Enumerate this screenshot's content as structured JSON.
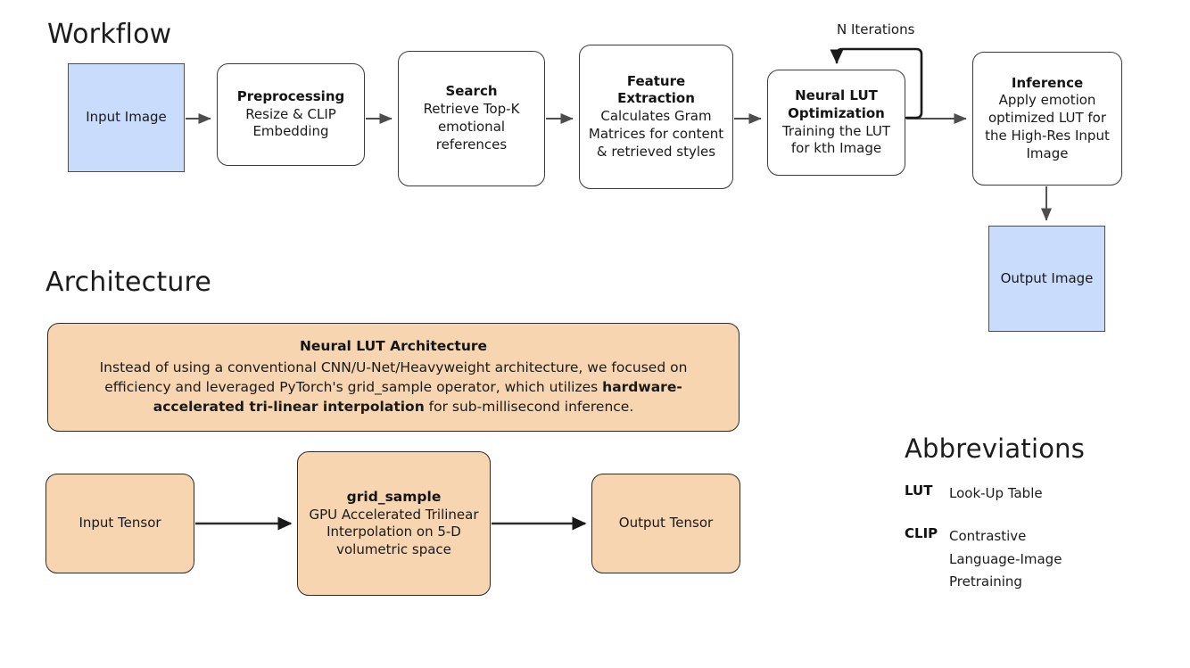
{
  "sections": {
    "workflow_title": "Workflow",
    "architecture_title": "Architecture",
    "abbreviations_title": "Abbreviations"
  },
  "colors": {
    "image_box_fill": "#cadcfc",
    "image_box_stroke": "#4d4d4d",
    "process_box_fill": "#ffffff",
    "process_box_stroke": "#3b3b3b",
    "architecture_box_fill": "#f6d5b0",
    "architecture_box_stroke": "#2b2b2b",
    "arrow_stroke": "#4d4d4d",
    "loop_arrow_stroke": "#1a1a1a",
    "text": "#1a1a1a",
    "page_background": "#ffffff"
  },
  "workflow": {
    "nodes": [
      {
        "id": "input-image",
        "title": "",
        "body": "Input Image",
        "shape": "square",
        "fill": "blue"
      },
      {
        "id": "preprocessing",
        "title": "Preprocessing",
        "body": "Resize & CLIP Embedding",
        "shape": "rounded",
        "fill": "white"
      },
      {
        "id": "search",
        "title": "Search",
        "body": "Retrieve Top-K emotional references",
        "shape": "rounded",
        "fill": "white"
      },
      {
        "id": "feature-extraction",
        "title": "Feature Extraction",
        "body": "Calculates Gram Matrices for content & retrieved styles",
        "shape": "rounded",
        "fill": "white"
      },
      {
        "id": "neural-lut-optimization",
        "title": "Neural LUT Optimization",
        "body": "Training the LUT for kth Image",
        "shape": "rounded",
        "fill": "white"
      },
      {
        "id": "inference",
        "title": "Inference",
        "body": "Apply emotion optimized LUT for the High-Res Input Image",
        "shape": "rounded",
        "fill": "white"
      },
      {
        "id": "output-image",
        "title": "",
        "body": "Output Image",
        "shape": "square",
        "fill": "blue"
      }
    ],
    "loop_label": "N Iterations"
  },
  "architecture": {
    "description_box": {
      "title": "Neural LUT Architecture",
      "text_part_1": "Instead of using a conventional CNN/U-Net/Heavyweight architecture, we focused on efficiency and leveraged PyTorch's grid_sample operator, which utilizes ",
      "text_bold": "hardware-accelerated tri-linear interpolation",
      "text_part_2": " for sub-millisecond inference."
    },
    "nodes": [
      {
        "id": "input-tensor",
        "title": "",
        "body": "Input Tensor"
      },
      {
        "id": "grid-sample",
        "title": "grid_sample",
        "body": "GPU Accelerated Trilinear Interpolation on 5-D volumetric space"
      },
      {
        "id": "output-tensor",
        "title": "",
        "body": "Output Tensor"
      }
    ]
  },
  "abbreviations": [
    {
      "term": "LUT",
      "definition": "Look-Up Table"
    },
    {
      "term": "CLIP",
      "definition": "Contrastive Language-Image Pretraining"
    }
  ]
}
